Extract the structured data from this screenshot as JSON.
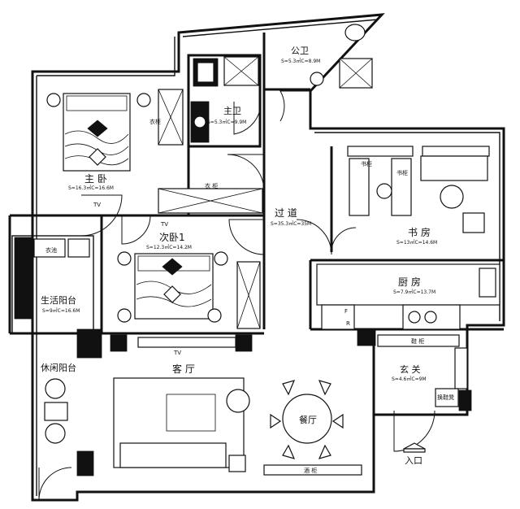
{
  "rooms": {
    "master_bedroom": {
      "name": "主 卧",
      "area": "S=16.3㎡C=16.6M"
    },
    "master_bath": {
      "name": "主卫",
      "area": "S=5.3㎡C=9.9M"
    },
    "public_bath": {
      "name": "公卫",
      "area": "S=5.3㎡C=8.9M"
    },
    "hallway": {
      "name": "过 道",
      "area": "S=35.3㎡C=35M"
    },
    "study": {
      "name": "书 房",
      "area": "S=13㎡C=14.6M"
    },
    "second_bedroom": {
      "name": "次卧1",
      "area": "S=12.3㎡C=14.2M"
    },
    "kitchen": {
      "name": "厨 房",
      "area": "S=7.9㎡C=13.7M"
    },
    "utility_balcony": {
      "name": "生活阳台",
      "area": "S=9㎡C=16.6M"
    },
    "leisure_balcony": {
      "name": "休闲阳台"
    },
    "living_room": {
      "name": "客 厅"
    },
    "dining": {
      "name": "餐厅"
    },
    "foyer": {
      "name": "玄 关",
      "area": "S=4.6㎡C=9M"
    }
  },
  "fixtures": {
    "wardrobe": "衣 柜",
    "wardrobe_vertical": "衣柜",
    "tv_left": "TV",
    "tv_mid": "TV",
    "tv_living": "TV",
    "washer": "衣池",
    "bookcase_a": "书柜",
    "bookcase_b": "书柜",
    "shoe_cabinet": "鞋 柜",
    "shoe_rack": "换鞋凳",
    "wine_cabinet": "酒 柜",
    "fridge": "R",
    "fridge_f": "F",
    "entrance": "入口"
  }
}
